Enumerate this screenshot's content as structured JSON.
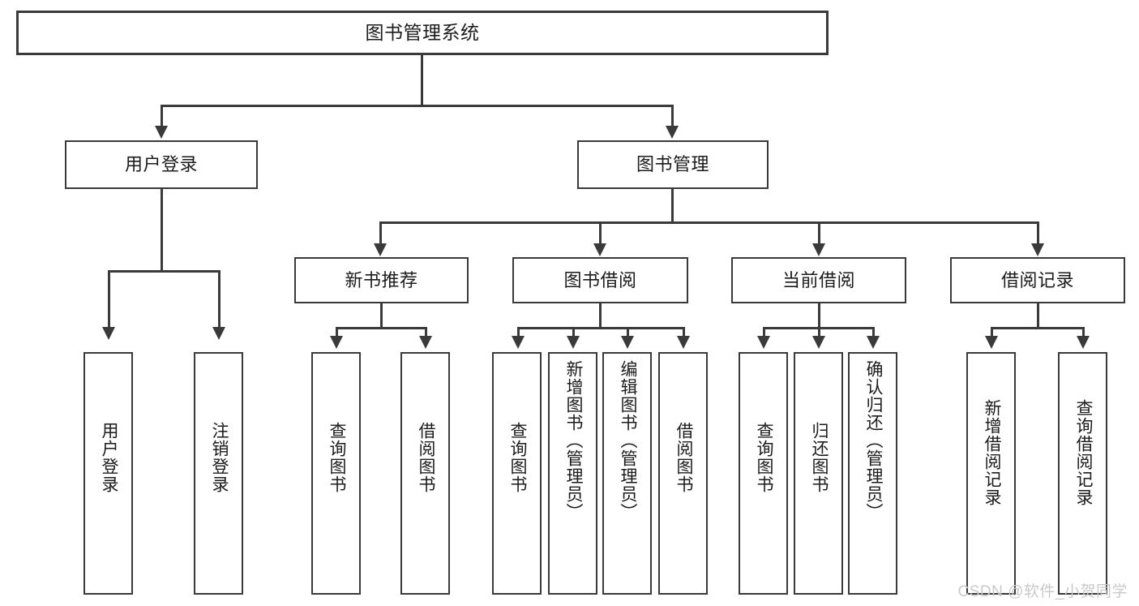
{
  "diagram": {
    "type": "tree-hierarchy",
    "title": "图书管理系统",
    "root": {
      "label": "图书管理系统"
    },
    "level2": [
      {
        "label": "用户登录"
      },
      {
        "label": "图书管理"
      }
    ],
    "level3": [
      {
        "label": "新书推荐"
      },
      {
        "label": "图书借阅"
      },
      {
        "label": "当前借阅"
      },
      {
        "label": "借阅记录"
      }
    ],
    "leaves": {
      "user_login": [
        {
          "label": "用户登录"
        },
        {
          "label": "注销登录"
        }
      ],
      "new_book_recommend": [
        {
          "label": "查询图书"
        },
        {
          "label": "借阅图书"
        }
      ],
      "book_borrow": [
        {
          "label": "查询图书"
        },
        {
          "label": "新增图书（管理员）"
        },
        {
          "label": "编辑图书（管理员）"
        },
        {
          "label": "借阅图书"
        }
      ],
      "current_borrow": [
        {
          "label": "查询图书"
        },
        {
          "label": "归还图书"
        },
        {
          "label": "确认归还（管理员）"
        }
      ],
      "borrow_record": [
        {
          "label": "新增借阅记录"
        },
        {
          "label": "查询借阅记录"
        }
      ]
    }
  },
  "watermark": {
    "text": "CSDN @软件_小贺同学"
  },
  "colors": {
    "stroke": "#3a3a3a",
    "text": "#1b1b1b",
    "background": "#ffffff",
    "watermark": "#c9c9c9"
  }
}
